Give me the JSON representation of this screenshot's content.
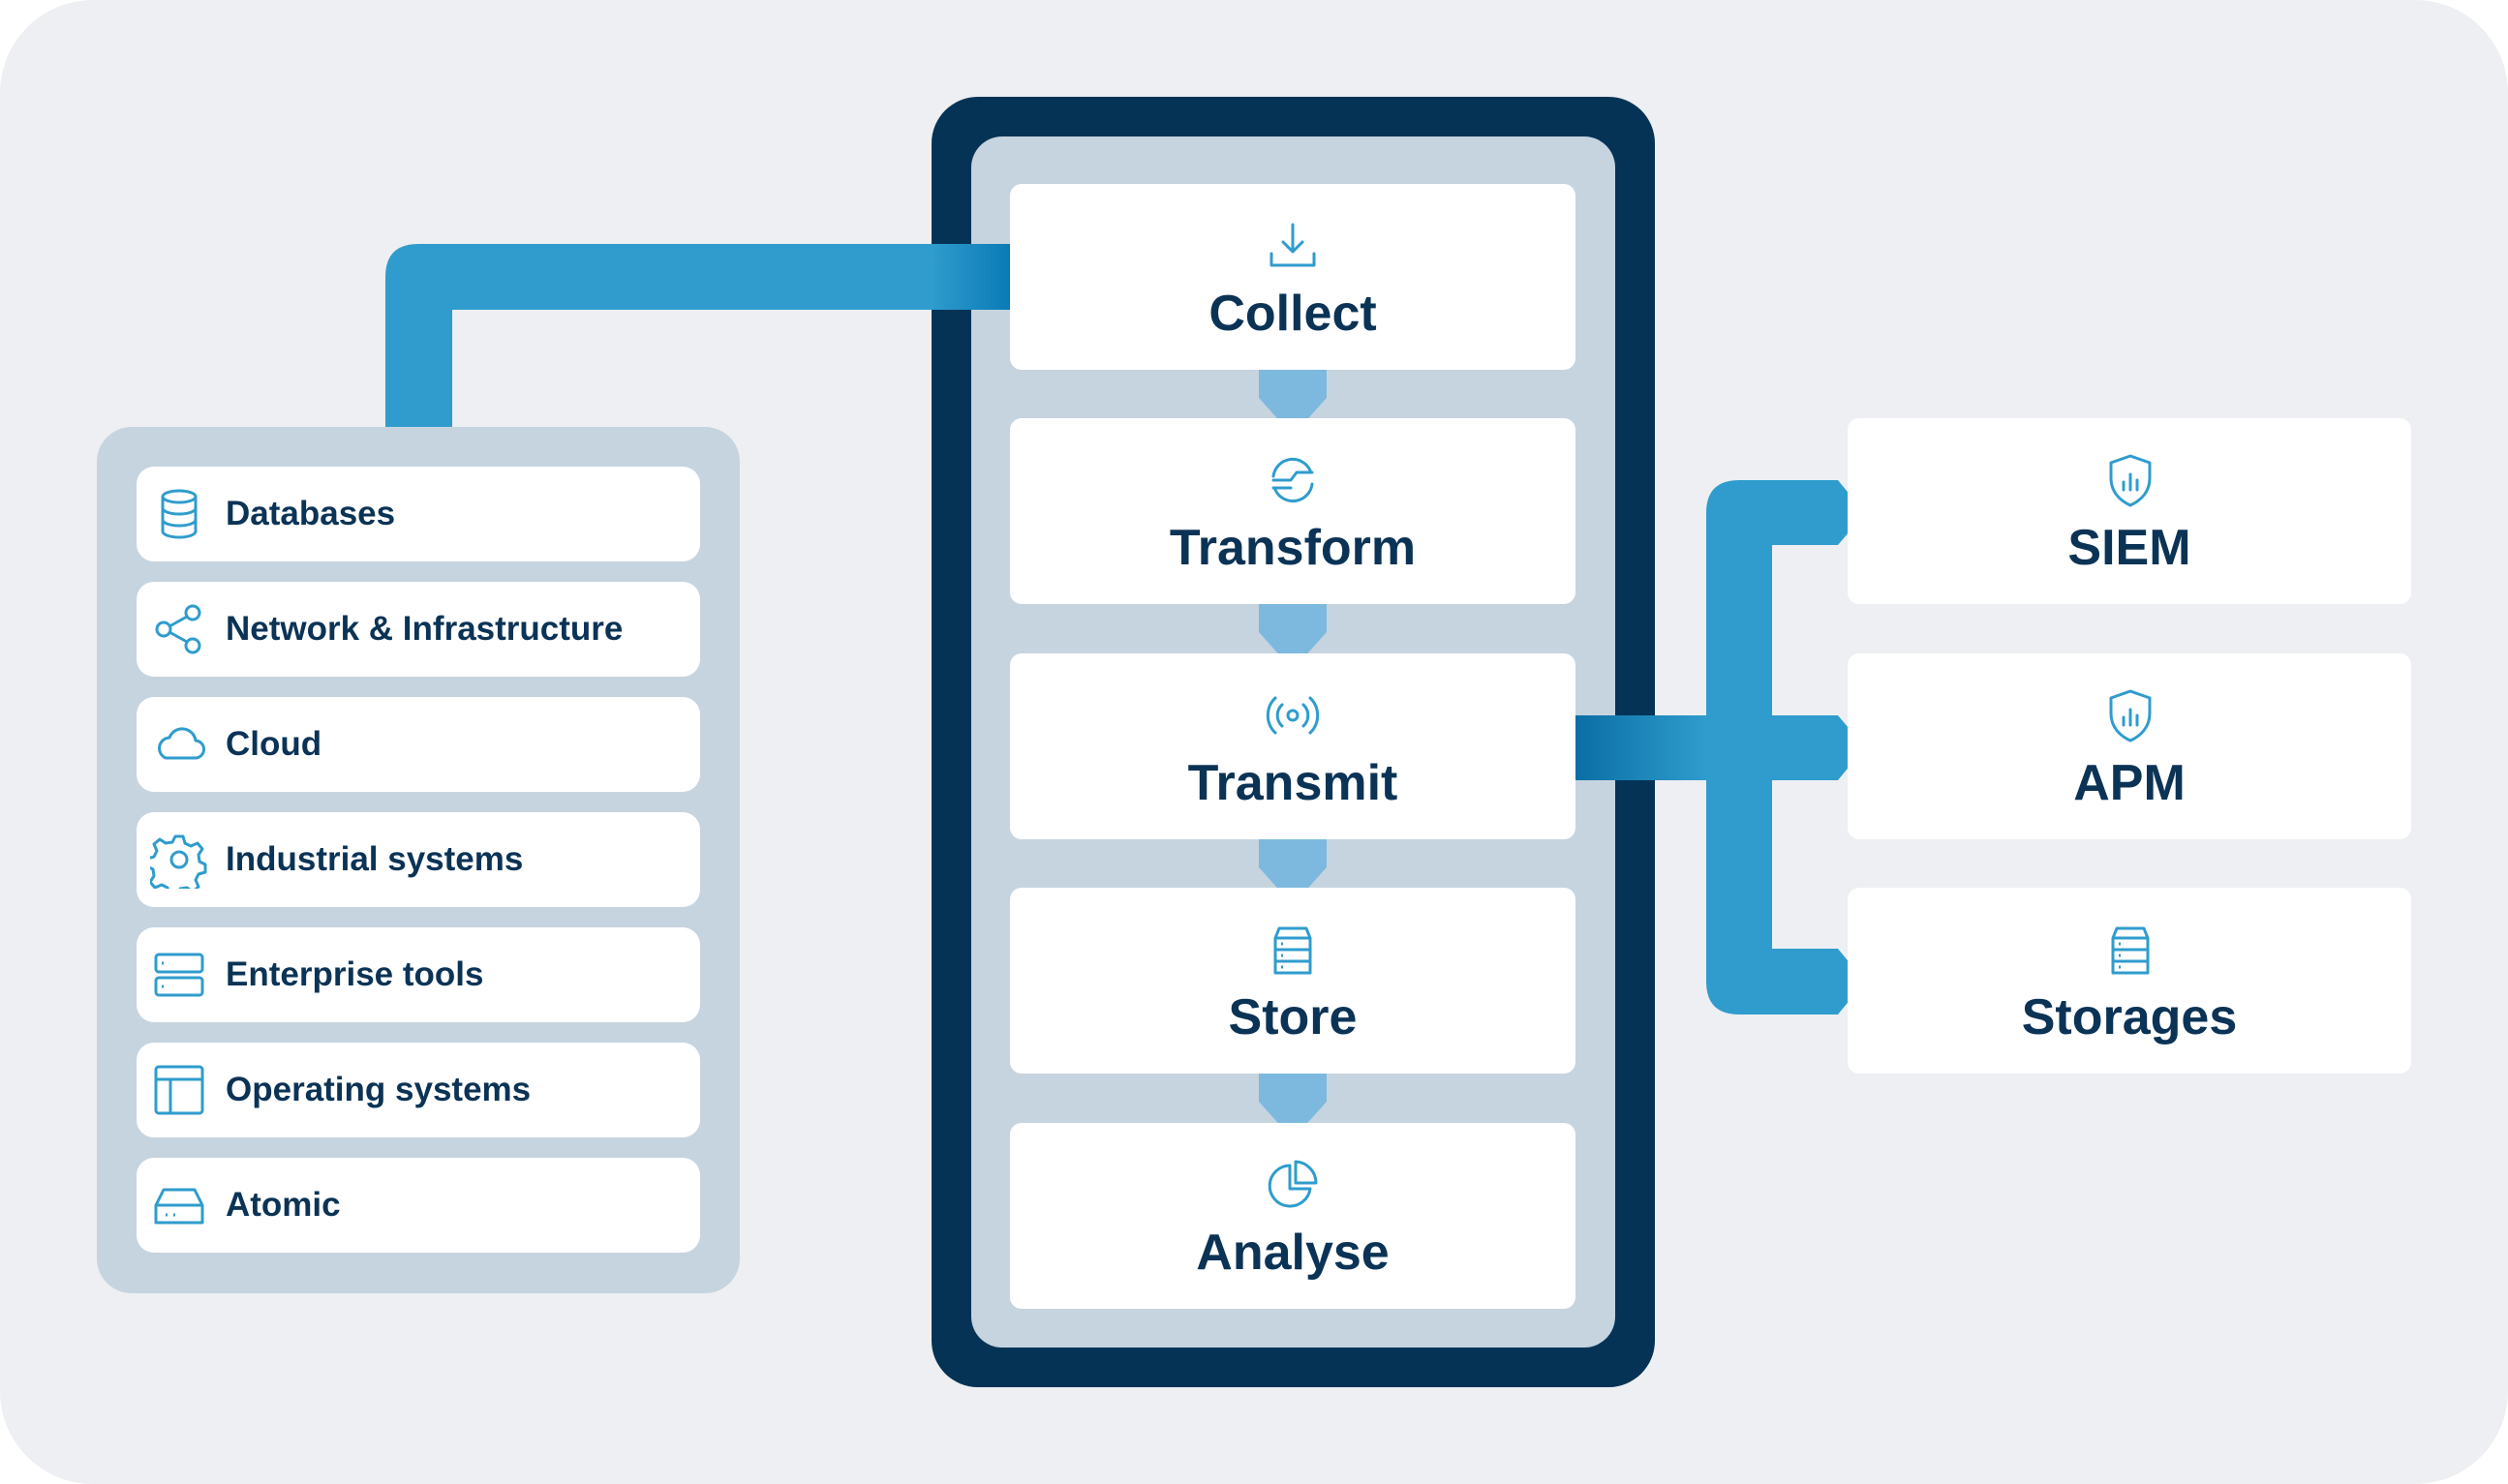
{
  "colors": {
    "background": "#edeff2",
    "panel": "#c6d4df",
    "pipeline_border": "#053356",
    "card": "#ffffff",
    "text": "#0b3356",
    "accent": "#2f9ccd",
    "accent_light": "#7db9de"
  },
  "sources": {
    "items": [
      {
        "label": "Databases",
        "icon": "database-icon"
      },
      {
        "label": "Network & Infrastructure",
        "icon": "share-network-icon"
      },
      {
        "label": "Cloud",
        "icon": "cloud-icon"
      },
      {
        "label": "Industrial systems",
        "icon": "gear-icon"
      },
      {
        "label": "Enterprise tools",
        "icon": "server-icon"
      },
      {
        "label": "Operating systems",
        "icon": "window-layout-icon"
      },
      {
        "label": "Atomic",
        "icon": "device-box-icon"
      }
    ]
  },
  "pipeline": {
    "stages": [
      {
        "label": "Collect",
        "icon": "download-tray-icon"
      },
      {
        "label": "Transform",
        "icon": "transform-circle-icon"
      },
      {
        "label": "Transmit",
        "icon": "broadcast-icon"
      },
      {
        "label": "Store",
        "icon": "server-stack-icon"
      },
      {
        "label": "Analyse",
        "icon": "pie-chart-icon"
      }
    ]
  },
  "destinations": {
    "items": [
      {
        "label": "SIEM",
        "icon": "shield-chart-icon"
      },
      {
        "label": "APM",
        "icon": "shield-chart-icon"
      },
      {
        "label": "Storages",
        "icon": "server-stack-icon"
      }
    ]
  }
}
